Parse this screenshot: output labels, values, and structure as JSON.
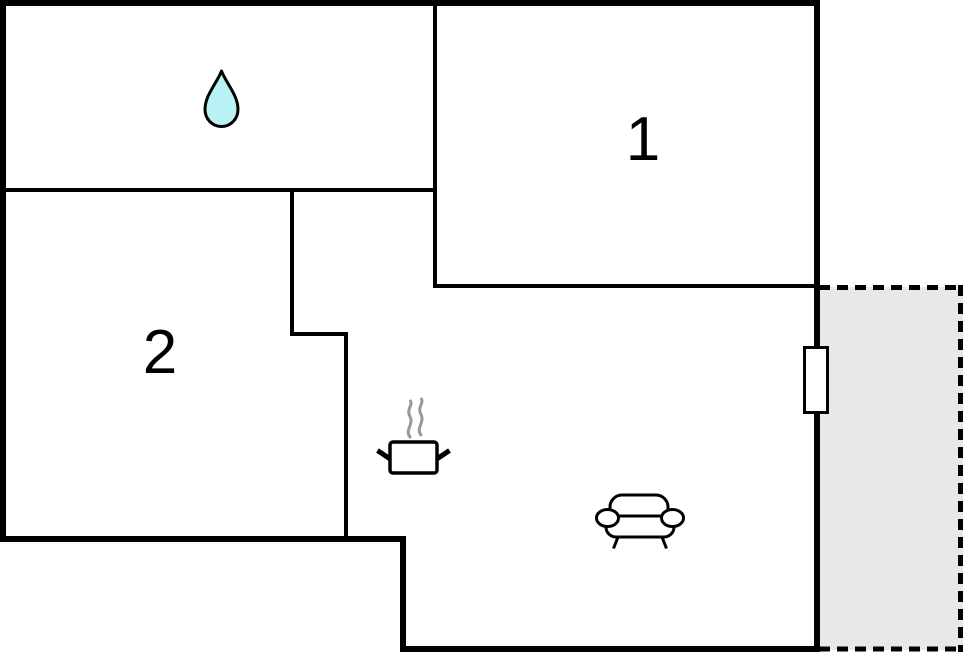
{
  "floorplan": {
    "kind": "apartment-floor-plan",
    "rooms": [
      {
        "label": "1"
      },
      {
        "label": "2"
      }
    ],
    "icons": [
      {
        "name": "water-drop-icon"
      },
      {
        "name": "cooking-pot-icon"
      },
      {
        "name": "steam-icon"
      },
      {
        "name": "sofa-icon"
      },
      {
        "name": "window-marker"
      }
    ],
    "areas": [
      {
        "name": "balcony-area",
        "outline": "dashed"
      }
    ],
    "colors": {
      "wall": "#000000",
      "background": "#ffffff",
      "drop_fill": "#b8f2f4",
      "steam": "#999999",
      "balcony_fill": "#e8e8e8"
    }
  }
}
